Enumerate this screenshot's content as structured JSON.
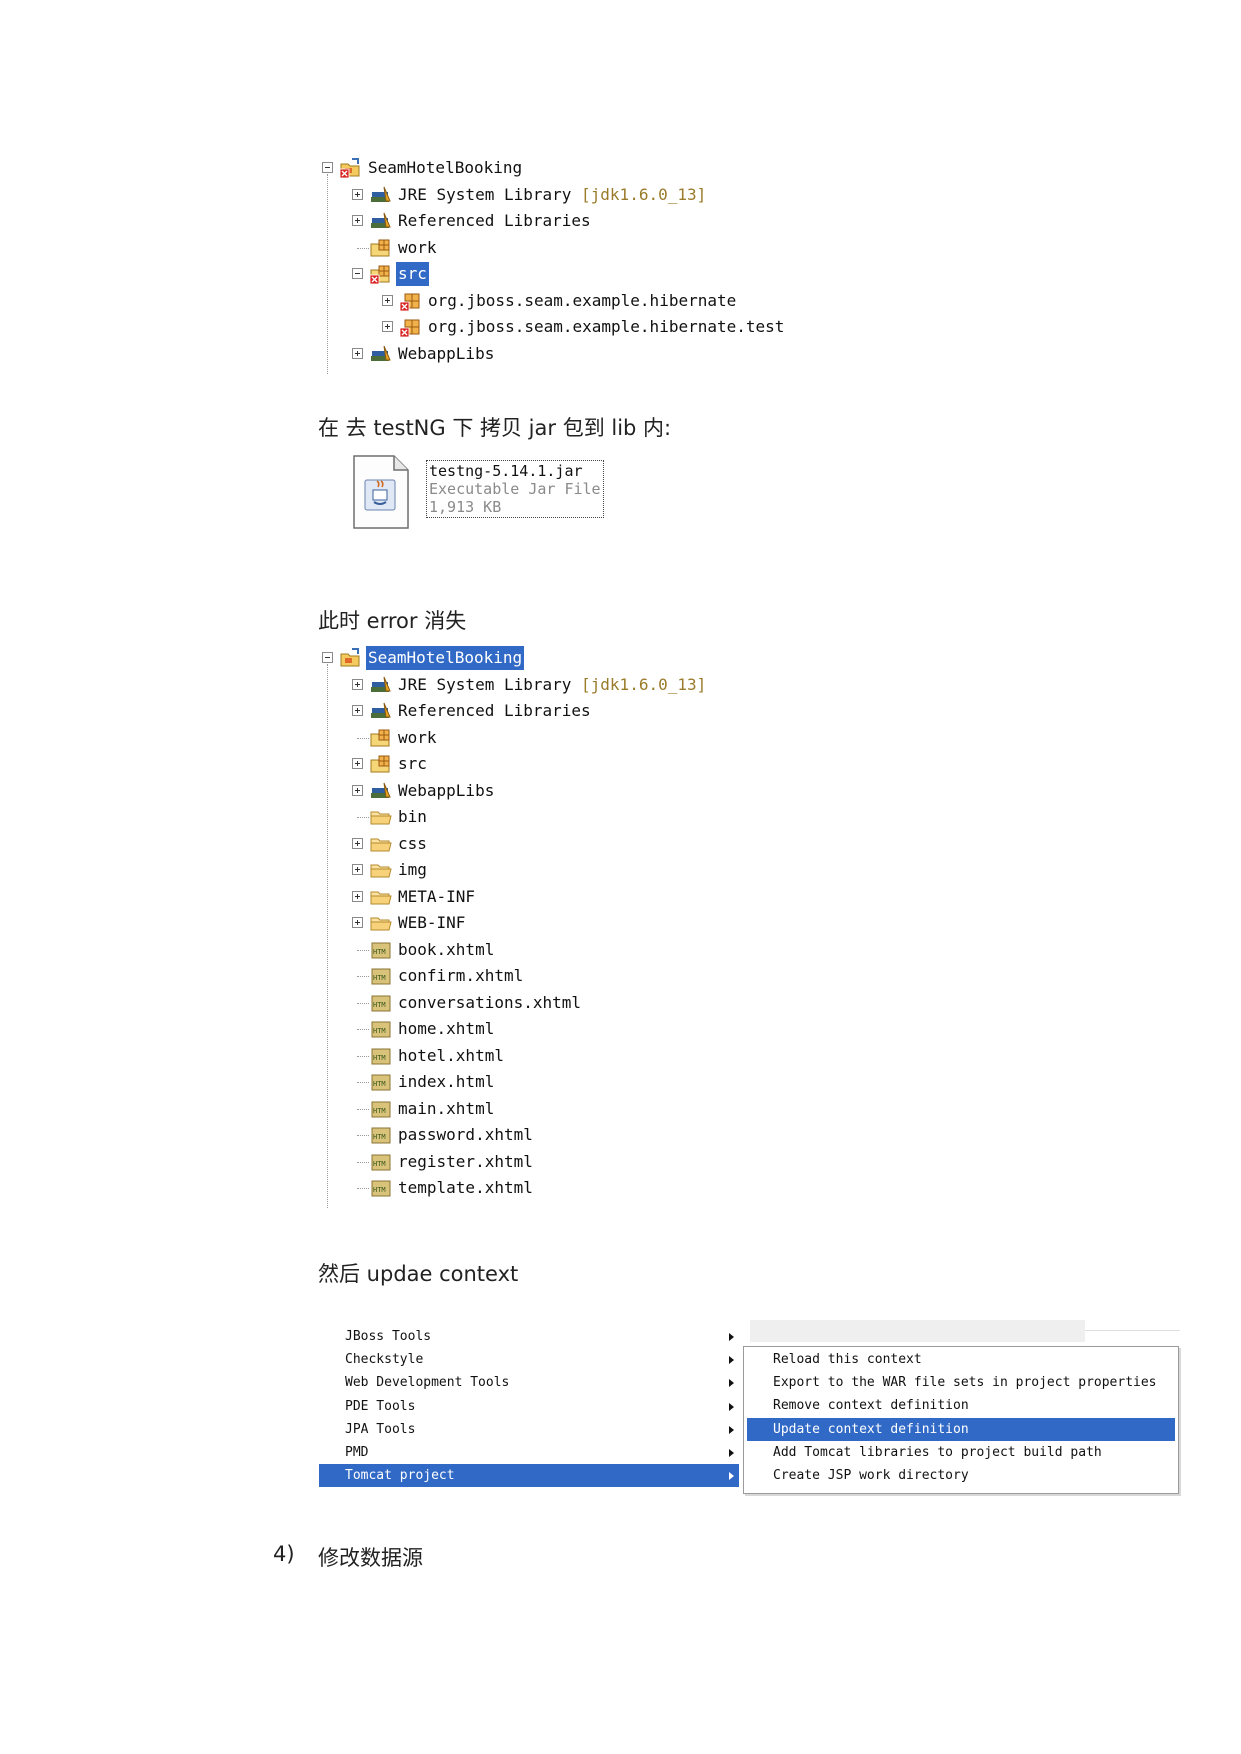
{
  "tree1": {
    "rows": [
      {
        "label": "SeamHotelBooking",
        "deco": "",
        "icon": "project-error-icon",
        "exp": "minus",
        "level": 0,
        "selected": false
      },
      {
        "label": "JRE System Library",
        "deco": " [jdk1.6.0_13]",
        "icon": "library-icon",
        "exp": "plus",
        "level": 1,
        "selected": false
      },
      {
        "label": "Referenced Libraries",
        "deco": "",
        "icon": "library-icon",
        "exp": "plus",
        "level": 1,
        "selected": false
      },
      {
        "label": "work",
        "deco": "",
        "icon": "package-folder-icon",
        "exp": "",
        "level": 1,
        "selected": false
      },
      {
        "label": "src",
        "deco": "",
        "icon": "source-folder-error-icon",
        "exp": "minus",
        "level": 1,
        "selected": true
      },
      {
        "label": "org.jboss.seam.example.hibernate",
        "deco": "",
        "icon": "package-error-icon",
        "exp": "plus",
        "level": 2,
        "selected": false
      },
      {
        "label": "org.jboss.seam.example.hibernate.test",
        "deco": "",
        "icon": "package-error-icon",
        "exp": "plus",
        "level": 2,
        "selected": false
      },
      {
        "label": "WebappLibs",
        "deco": "",
        "icon": "library-icon",
        "exp": "plus",
        "level": 1,
        "selected": false
      }
    ]
  },
  "caption1": "在 去 testNG 下 拷贝 jar 包到 lib 内:",
  "jar": {
    "name": "testng-5.14.1.jar",
    "type": "Executable Jar File",
    "size": "1,913 KB",
    "icon": "java-jar-icon"
  },
  "caption2": "此时 error 消失",
  "tree2": {
    "rows": [
      {
        "label": "SeamHotelBooking",
        "deco": "",
        "icon": "project-icon",
        "exp": "minus",
        "level": 0,
        "selected": true
      },
      {
        "label": "JRE System Library",
        "deco": " [jdk1.6.0_13]",
        "icon": "library-icon",
        "exp": "plus",
        "level": 1,
        "selected": false
      },
      {
        "label": "Referenced Libraries",
        "deco": "",
        "icon": "library-icon",
        "exp": "plus",
        "level": 1,
        "selected": false
      },
      {
        "label": "work",
        "deco": "",
        "icon": "package-folder-icon",
        "exp": "",
        "level": 1,
        "selected": false
      },
      {
        "label": "src",
        "deco": "",
        "icon": "source-folder-icon",
        "exp": "plus",
        "level": 1,
        "selected": false
      },
      {
        "label": "WebappLibs",
        "deco": "",
        "icon": "library-icon",
        "exp": "plus",
        "level": 1,
        "selected": false
      },
      {
        "label": "bin",
        "deco": "",
        "icon": "folder-icon",
        "exp": "",
        "level": 1,
        "selected": false
      },
      {
        "label": "css",
        "deco": "",
        "icon": "folder-icon",
        "exp": "plus",
        "level": 1,
        "selected": false
      },
      {
        "label": "img",
        "deco": "",
        "icon": "folder-icon",
        "exp": "plus",
        "level": 1,
        "selected": false
      },
      {
        "label": "META-INF",
        "deco": "",
        "icon": "folder-icon",
        "exp": "plus",
        "level": 1,
        "selected": false
      },
      {
        "label": "WEB-INF",
        "deco": "",
        "icon": "folder-icon",
        "exp": "plus",
        "level": 1,
        "selected": false
      },
      {
        "label": "book.xhtml",
        "deco": "",
        "icon": "html-file-icon",
        "exp": "",
        "level": 1,
        "selected": false
      },
      {
        "label": "confirm.xhtml",
        "deco": "",
        "icon": "html-file-icon",
        "exp": "",
        "level": 1,
        "selected": false
      },
      {
        "label": "conversations.xhtml",
        "deco": "",
        "icon": "html-file-icon",
        "exp": "",
        "level": 1,
        "selected": false
      },
      {
        "label": "home.xhtml",
        "deco": "",
        "icon": "html-file-icon",
        "exp": "",
        "level": 1,
        "selected": false
      },
      {
        "label": "hotel.xhtml",
        "deco": "",
        "icon": "html-file-icon",
        "exp": "",
        "level": 1,
        "selected": false
      },
      {
        "label": "index.html",
        "deco": "",
        "icon": "html-file-icon",
        "exp": "",
        "level": 1,
        "selected": false
      },
      {
        "label": "main.xhtml",
        "deco": "",
        "icon": "html-file-icon",
        "exp": "",
        "level": 1,
        "selected": false
      },
      {
        "label": "password.xhtml",
        "deco": "",
        "icon": "html-file-icon",
        "exp": "",
        "level": 1,
        "selected": false
      },
      {
        "label": "register.xhtml",
        "deco": "",
        "icon": "html-file-icon",
        "exp": "",
        "level": 1,
        "selected": false
      },
      {
        "label": "template.xhtml",
        "deco": "",
        "icon": "html-file-icon",
        "exp": "",
        "level": 1,
        "selected": false
      }
    ]
  },
  "caption3": "然后 updae context",
  "menu": {
    "items": [
      {
        "label": "JBoss Tools",
        "selected": false
      },
      {
        "label": "Checkstyle",
        "selected": false
      },
      {
        "label": "Web Development Tools",
        "selected": false
      },
      {
        "label": "PDE Tools",
        "selected": false
      },
      {
        "label": "JPA Tools",
        "selected": false
      },
      {
        "label": "PMD",
        "selected": false
      },
      {
        "label": "Tomcat project",
        "selected": true
      }
    ],
    "submenu": [
      {
        "label": "Reload this context",
        "selected": false
      },
      {
        "label": "Export to the WAR file sets in project properties",
        "selected": false
      },
      {
        "label": "Remove context definition",
        "selected": false
      },
      {
        "label": "Update context definition",
        "selected": true
      },
      {
        "label": "Add Tomcat libraries to project build path",
        "selected": false
      },
      {
        "label": "Create JSP work directory",
        "selected": false
      }
    ]
  },
  "heading4": {
    "number": "4)",
    "text": "修改数据源"
  },
  "colors": {
    "selection": "#3169c6",
    "deco": "#9a7b2a"
  }
}
